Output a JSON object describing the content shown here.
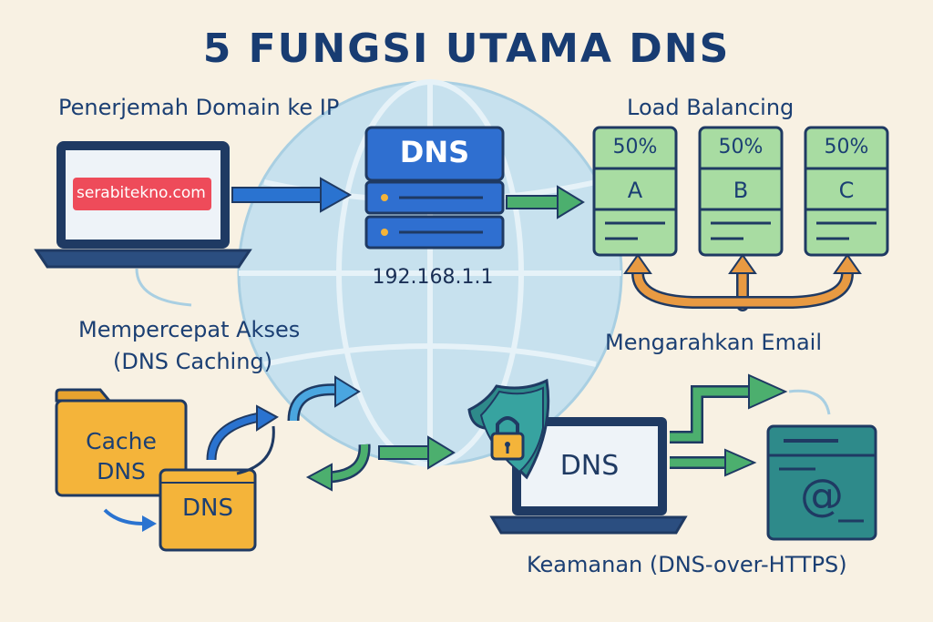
{
  "title": "5 FUNGSI UTAMA DNS",
  "sections": {
    "translate": {
      "label": "Penerjemah Domain ke IP",
      "domain": "serabitekno.com",
      "server_label": "DNS",
      "ip": "192.168.1.1"
    },
    "load_balancing": {
      "label": "Load Balancing",
      "servers": [
        {
          "percent": "50%",
          "name": "A"
        },
        {
          "percent": "50%",
          "name": "B"
        },
        {
          "percent": "50%",
          "name": "C"
        }
      ]
    },
    "caching": {
      "label_line1": "Mempercepat Akses",
      "label_line2": "(DNS Caching)",
      "folder1_line1": "Cache",
      "folder1_line2": "DNS",
      "folder2": "DNS"
    },
    "email": {
      "label": "Mengarahkan Email",
      "icon": "at-icon"
    },
    "security": {
      "label": "Keamanan (DNS-over-HTTPS)",
      "laptop_label": "DNS",
      "icon": "shield-lock-icon"
    }
  },
  "colors": {
    "title": "#183c72",
    "globe": "#bcdcec",
    "server_blue": "#2f6fd0",
    "server_green": "#9fd89a",
    "arrow_blue": "#2a73d0",
    "arrow_green": "#4caf6e",
    "arrow_orange": "#e89a42",
    "folder_yellow": "#f4b43a",
    "teal": "#2e8a8a",
    "background": "#f8f1e3"
  }
}
